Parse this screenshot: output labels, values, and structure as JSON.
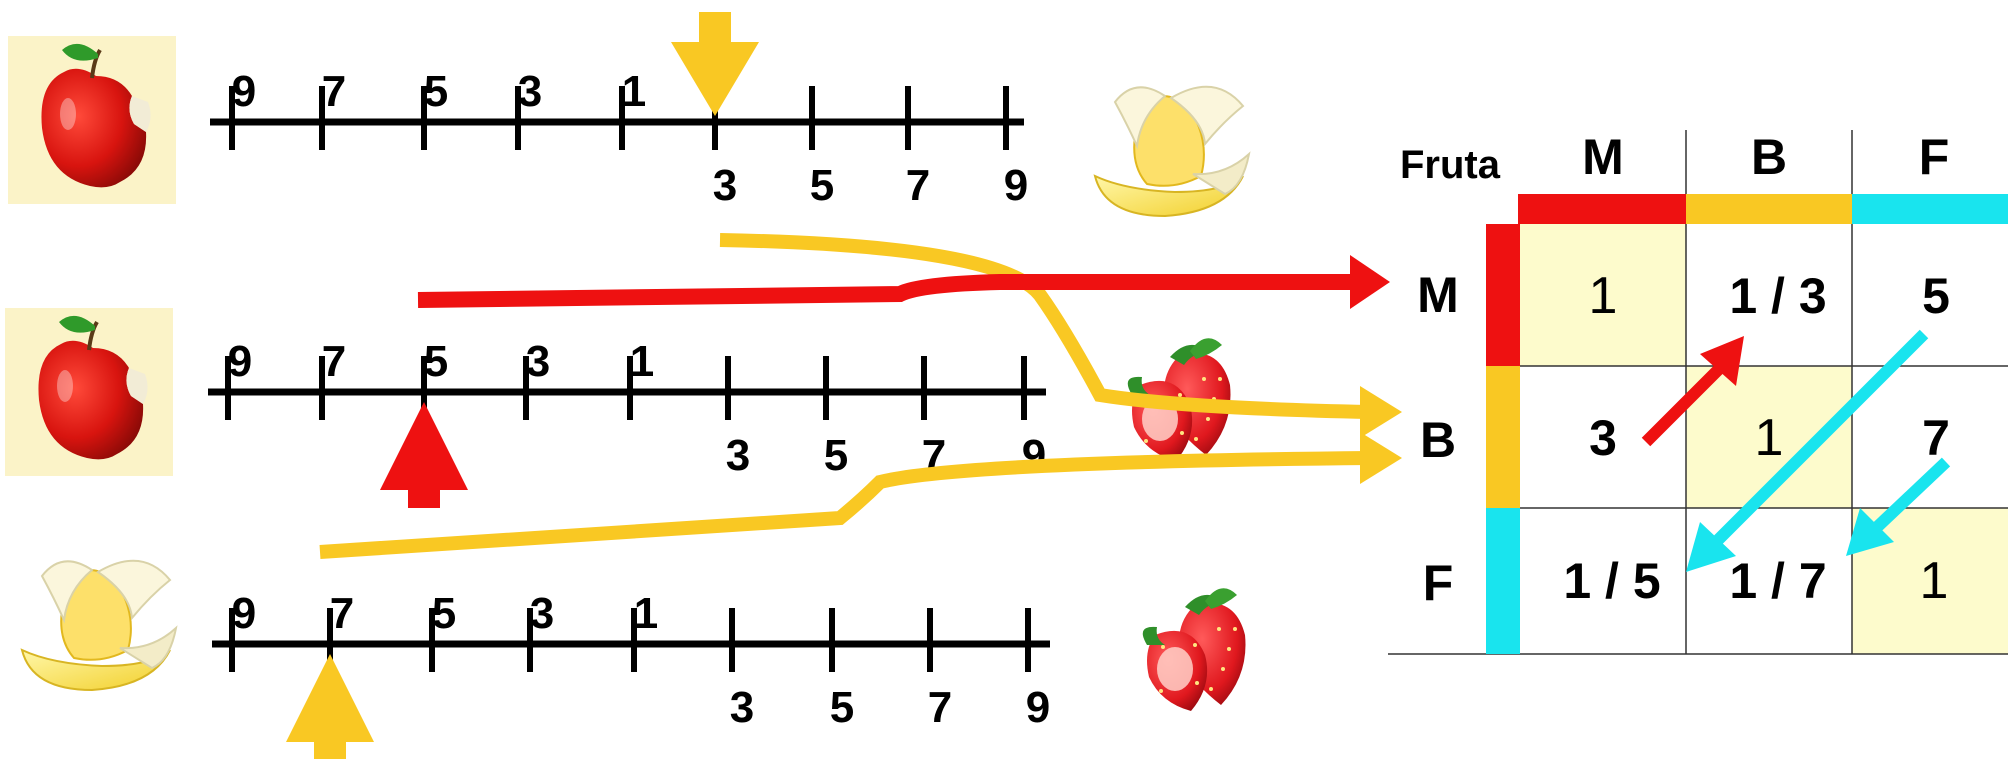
{
  "scales": [
    {
      "left_fruit": "apple",
      "right_fruit": "banana",
      "left_labels": [
        "9",
        "7",
        "5",
        "3",
        "1"
      ],
      "right_labels": [
        "3",
        "5",
        "7",
        "9"
      ],
      "marker": "3",
      "marker_side": "right",
      "marker_color": "#f9c823",
      "marker_direction": "down"
    },
    {
      "left_fruit": "apple",
      "right_fruit": "strawberry",
      "left_labels": [
        "9",
        "7",
        "5",
        "3",
        "1"
      ],
      "right_labels": [
        "3",
        "5",
        "7",
        "9"
      ],
      "marker": "5",
      "marker_side": "left",
      "marker_color": "#ee1111",
      "marker_direction": "up"
    },
    {
      "left_fruit": "banana",
      "right_fruit": "strawberry",
      "left_labels": [
        "9",
        "7",
        "5",
        "3",
        "1"
      ],
      "right_labels": [
        "3",
        "5",
        "7",
        "9"
      ],
      "marker": "7",
      "marker_side": "left",
      "marker_color": "#f9c823",
      "marker_direction": "up"
    }
  ],
  "matrix": {
    "corner_label": "Fruta",
    "columns": [
      "M",
      "B",
      "F"
    ],
    "rows": [
      "M",
      "B",
      "F"
    ],
    "cells": [
      [
        "1",
        "1 / 3",
        "5"
      ],
      [
        "3",
        "1",
        "7"
      ],
      [
        "1 / 5",
        "1 / 7",
        "1"
      ]
    ],
    "colors": {
      "M": "#ee1111",
      "B": "#f9c823",
      "F": "#19e4ee",
      "diagonal_fill": "#fdfbcc"
    }
  },
  "colors": {
    "red": "#ee1111",
    "yellow": "#f9c823",
    "cyan": "#19e4ee"
  },
  "icons": [
    "apple-icon",
    "banana-icon",
    "strawberry-icon"
  ]
}
